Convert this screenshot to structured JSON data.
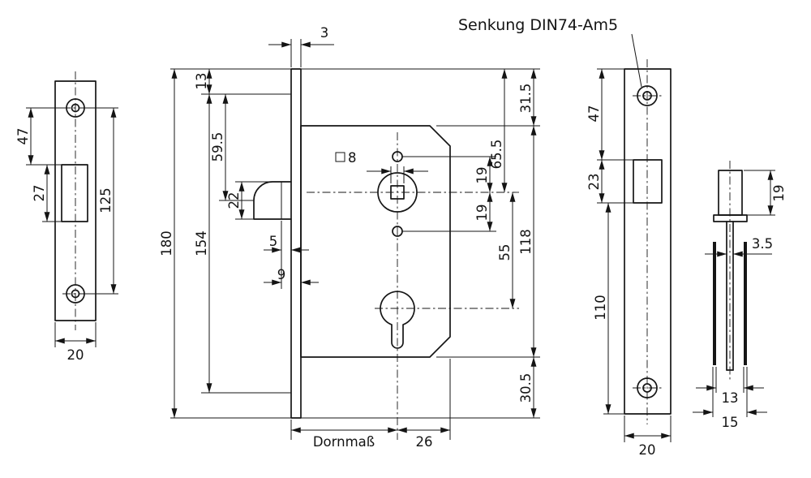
{
  "drawing": {
    "annotation_senkung": "Senkung DIN74-Am5"
  },
  "views": {
    "strike_plate": {
      "dim_47": "47",
      "dim_27": "27",
      "dim_125": "125",
      "dim_20": "20"
    },
    "lock_body": {
      "dim_3": "3",
      "dim_13": "13",
      "dim_59_5": "59.5",
      "dim_22": "22",
      "dim_5": "5",
      "dim_9": "9",
      "dim_180": "180",
      "dim_154": "154",
      "square_8": "8",
      "dim_31_5": "31.5",
      "dim_65_5": "65.5",
      "dim_19_upper": "19",
      "dim_19_lower": "19",
      "dim_55": "55",
      "dim_118": "118",
      "dim_30_5": "30.5",
      "dornmass_label": "Dornmaß",
      "dim_26": "26"
    },
    "faceplate": {
      "dim_47": "47",
      "dim_23": "23",
      "dim_110": "110",
      "dim_20": "20"
    },
    "side_profile": {
      "dim_19": "19",
      "dim_3_5": "3.5",
      "dim_13": "13",
      "dim_15": "15"
    }
  }
}
